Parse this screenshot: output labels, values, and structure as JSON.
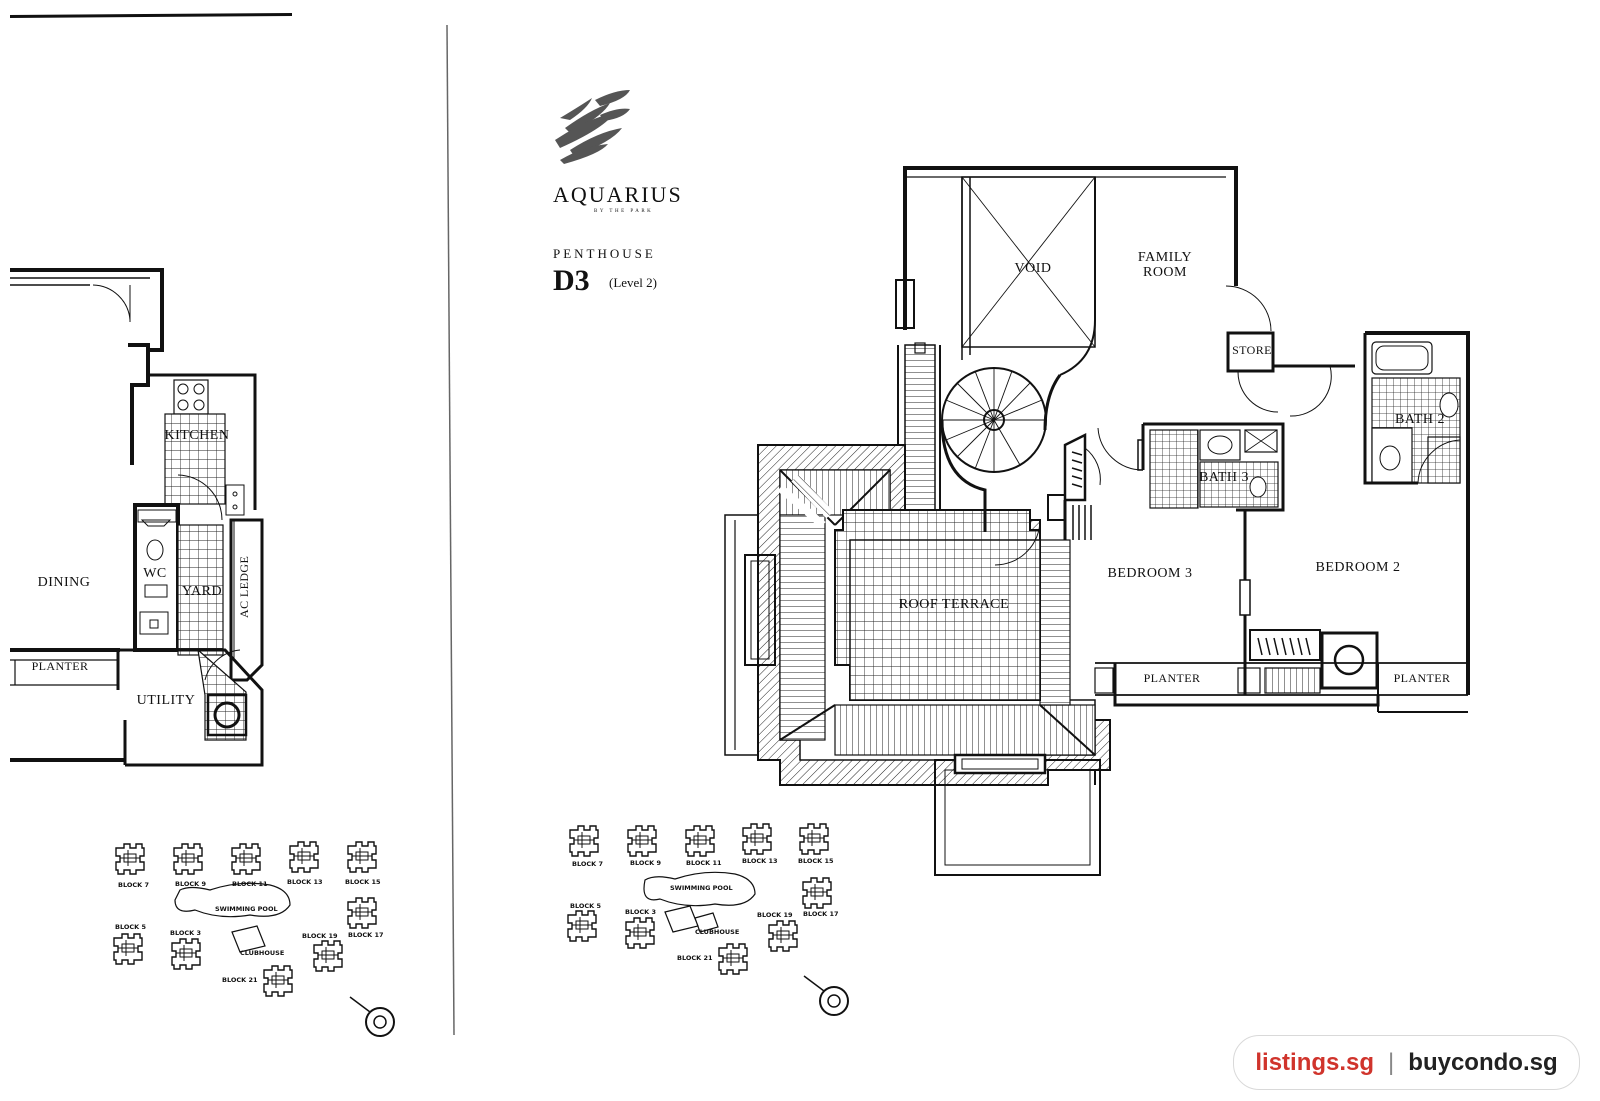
{
  "brand": {
    "name": "AQUARIUS",
    "tagline": "BY THE PARK"
  },
  "unit": {
    "type": "PENTHOUSE",
    "code": "D3",
    "level": "(Level 2)"
  },
  "rooms_main": {
    "void": "VOID",
    "family_1": "FAMILY",
    "family_2": "ROOM",
    "store": "STORE",
    "bath2": "BATH 2",
    "bath3": "BATH 3",
    "bedroom3": "BEDROOM 3",
    "bedroom2": "BEDROOM 2",
    "roof_terrace": "ROOF TERRACE",
    "planter_a": "PLANTER",
    "planter_b": "PLANTER"
  },
  "rooms_left": {
    "kitchen": "KITCHEN",
    "dining": "DINING",
    "wc": "WC",
    "yard": "YARD",
    "ac_ledge": "AC LEDGE",
    "planter": "PLANTER",
    "utility": "UTILITY"
  },
  "site_plan": {
    "blocks": [
      "BLOCK 7",
      "BLOCK 9",
      "BLOCK 11",
      "BLOCK 13",
      "BLOCK 15",
      "BLOCK 5",
      "BLOCK 3",
      "BLOCK 19",
      "BLOCK 17",
      "BLOCK 21"
    ],
    "pool": "SWIMMING POOL",
    "clubhouse": "CLUBHOUSE"
  },
  "watermark": {
    "site1": "listings.sg",
    "separator": "|",
    "site2": "buycondo.sg"
  },
  "colors": {
    "ink": "#111111",
    "watermark_red": "#d0342c",
    "watermark_dark": "#222222"
  }
}
